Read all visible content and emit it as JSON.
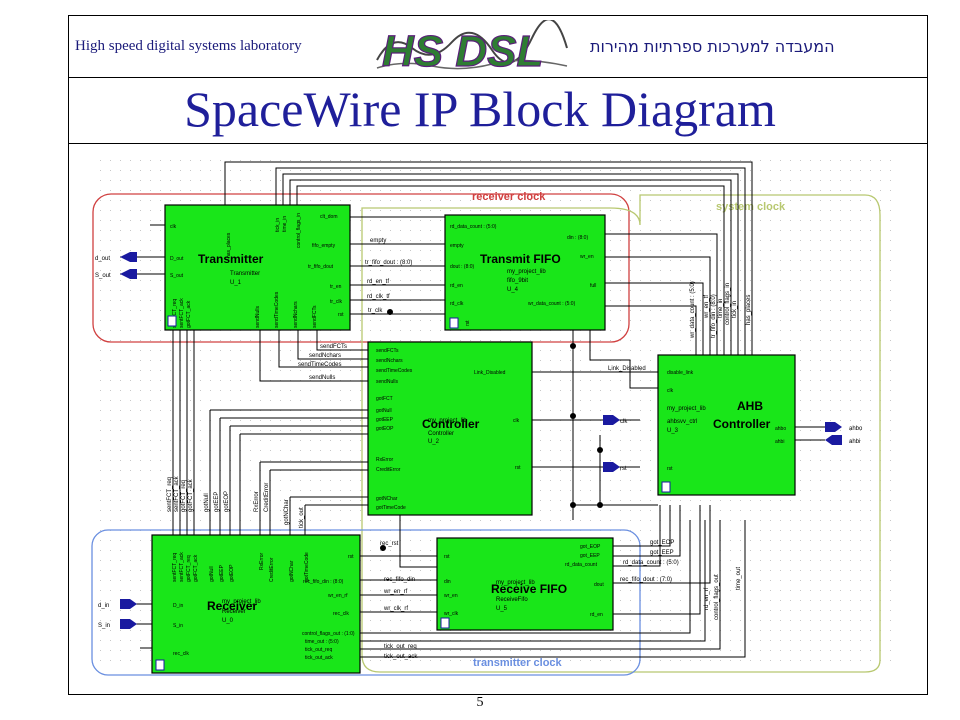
{
  "header": {
    "lab_english": "High speed digital systems laboratory",
    "lab_hebrew": "המעבדה למערכות ספרתיות מהירות",
    "logo_text": "HS DSL"
  },
  "title": "SpaceWire IP Block Diagram",
  "page_number": "5",
  "clock_domains": {
    "receiver_clock": "receiver clock",
    "system_clock": "system clock",
    "transmitter_clock": "transmitter clock"
  },
  "blocks": {
    "transmitter": {
      "name": "Transmitter",
      "lib_line1": "Transmitter",
      "lib_line2": "U_1",
      "ports_left": [
        "clk",
        "D_out",
        "S_out",
        "sentFCT_req",
        "sentFCT_ack",
        "gotFCT_ack"
      ],
      "ports_top": [
        "has_places",
        "tick_in",
        "time_in",
        "control_flags_in"
      ],
      "ports_right": [
        "clt_dom",
        "fifo_empty",
        "tr_fifo_dout",
        "tr_en",
        "tr_clk",
        "rst"
      ],
      "ports_bottom": [
        "sendNulls",
        "sendTimeCodes",
        "sendNchars",
        "sendFCTs"
      ]
    },
    "transmit_fifo": {
      "name": "Transmit FIFO",
      "lib_line1": "my_project_lib",
      "lib_line2": "fifo_9bit",
      "lib_line3": "U_4",
      "ports": [
        "rd_data_count : (5:0)",
        "empty",
        "dout : (8:0)",
        "rd_en",
        "rd_clk",
        "din : (8:0)",
        "wr_en",
        "full",
        "wr_data_count : (5:0)",
        "rst"
      ]
    },
    "controller": {
      "name": "Controller",
      "lib_line1": "my_project_lib",
      "lib_line2": "Controller",
      "lib_line3": "U_2",
      "ports_left": [
        "sendFCTs",
        "sendNchars",
        "sendTimeCodes",
        "sendNulls",
        "gotFCT",
        "gotNull",
        "gotEEP",
        "gotEOP",
        "RxError",
        "CreditError",
        "gotNChar",
        "gotTimeCode"
      ],
      "ports_right": [
        "Link_Disabled",
        "clk",
        "rst"
      ]
    },
    "ahb_controller": {
      "name_line1": "AHB",
      "name_line2": "Controller",
      "lib_line1": "my_project_lib",
      "lib_line2": "ahbsvv_ctrl",
      "lib_line3": "U_3",
      "ports_left": [
        "disable_link",
        "clk",
        "rst"
      ],
      "ports_right": [
        "ahbo",
        "ahbi"
      ]
    },
    "receiver": {
      "name": "Receiver",
      "lib_line1": "my_project_lib",
      "lib_line2": "Receiver",
      "lib_line3": "U_0",
      "ports_left": [
        "D_in",
        "S_in",
        "rec_clk"
      ],
      "ports_top": [
        "sentFCT_req",
        "sentFCT_ack",
        "gotFCT_req",
        "gotFCT_ack",
        "gotNull",
        "gotEEP",
        "gotEOP",
        "RxError",
        "CreditError",
        "gotNChar",
        "gotTimeCode"
      ],
      "ports_right": [
        "rst",
        "rec_fifo_din : (8:0)",
        "wr_en_rf",
        "rec_clk",
        "control_flags_out : (1:0)",
        "time_out : (5:0)",
        "tick_out_req",
        "tick_out_ack"
      ]
    },
    "receive_fifo": {
      "name": "Receive FIFO",
      "lib_line1": "my_project_lib",
      "lib_line2": "ReceiveFifo",
      "lib_line3": "U_5",
      "ports_left": [
        "rst",
        "din",
        "wr_en",
        "wr_clk"
      ],
      "ports_right": [
        "got_EOP",
        "got_EEP",
        "rd_data_count",
        "dout",
        "rd_en"
      ]
    }
  },
  "external_ports": {
    "d_out": "d_out",
    "s_out": "S_out",
    "d_in": "d_in",
    "s_in": "S_in",
    "clk": "clk",
    "rst": "rst",
    "ahbo": "ahbo",
    "ahbi": "ahbi"
  },
  "net_labels": {
    "sendFCTs": "sendFCTs",
    "sendNchars": "sendNchars",
    "sendTimeCodes": "sendTimeCodes",
    "sendNulls": "sendNulls",
    "empty": "empty",
    "tr_fifo_dout": "tr_fifo_dout : (8:0)",
    "rd_en_tf": "rd_en_tf",
    "rd_clk_tf": "rd_clk_tf",
    "tr_clk": "tr_clk",
    "link_disabled": "Link_Disabled",
    "got_eop": "got_EOP",
    "got_eep": "got_EEP",
    "rd_data_count": "rd_data_count : (5:0)",
    "rec_fifo_dout": "rec_fifo_dout : (7:0)",
    "rec_fifo_din": "rec_fifo_din",
    "wr_en_rf": "wr_en_rf",
    "wr_clk_rf": "wr_clk_rf",
    "tick_out_req": "tick_out_req",
    "tick_out_ack": "tick_out_ack",
    "time_out": "time_out",
    "control_flags_out": "control_flags_out",
    "sentFCT_req": "sentFCT_req",
    "sentFCT_ack": "sentFCT_ack",
    "gotFCT_req": "gotFCT_req",
    "gotFCT_ack": "gotFCT_ack",
    "gotNull": "gotNull",
    "gotEEP": "gotEEP",
    "gotEOP": "gotEOP",
    "RxError": "RxError",
    "CreditError": "CreditError",
    "gotNChar": "gotNChar",
    "tick_out": "tick_out",
    "wr_data_count": "wr_data_count : (5:0)",
    "tr_fifo_din": "tr_fifo_din : (8:0)",
    "wr_en_tf": "wr_en_tf",
    "control_flags_in": "control_flags_in",
    "time_in": "time_in",
    "tick_in": "tick_in",
    "has_places": "has_places",
    "rd_en_rf": "rd_en_rf",
    "rec_rst": "rec_rst"
  },
  "colors": {
    "block_fill": "#19e619",
    "receiver_clock_border": "#d04040",
    "system_clock_border": "#b8c870",
    "transmitter_clock_border": "#6a8fe0",
    "title": "#1f1f9a",
    "port_marker": "#1a1aa0"
  }
}
